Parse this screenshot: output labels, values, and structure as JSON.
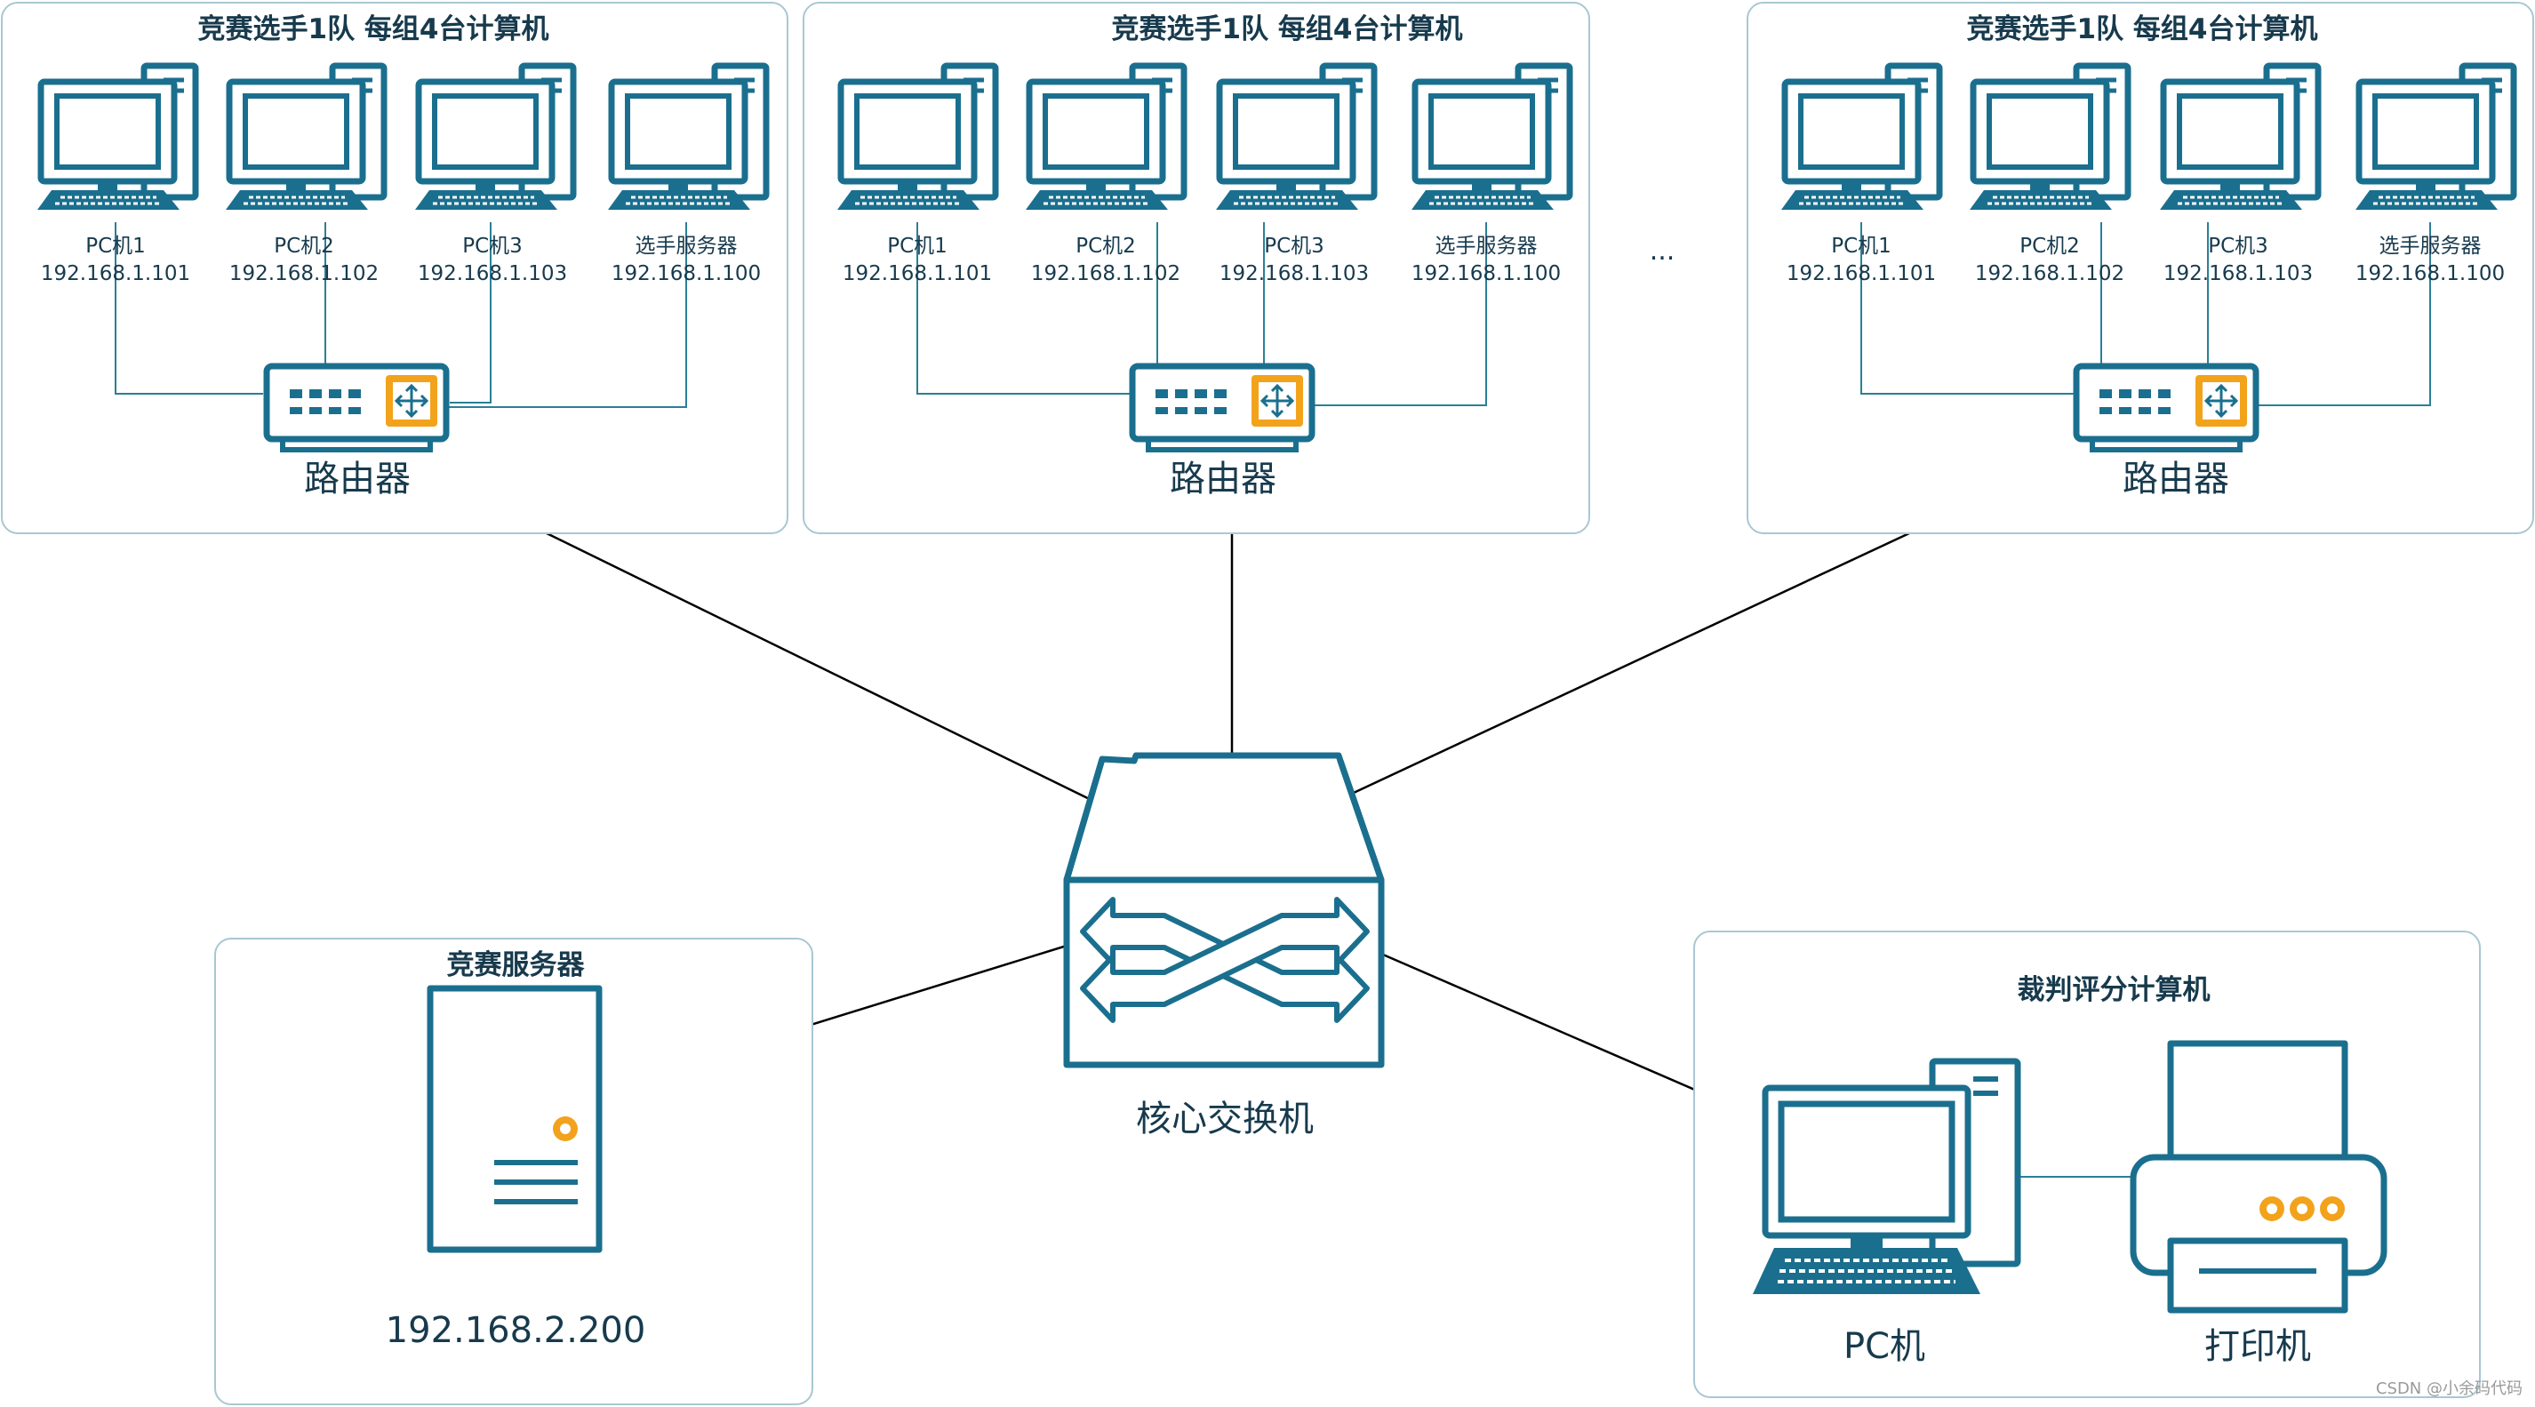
{
  "groups": [
    {
      "title": "竞赛选手1队  每组4台计算机",
      "router_label": "路由器",
      "pcs": [
        {
          "name": "PC机1",
          "ip": "192.168.1.101"
        },
        {
          "name": "PC机2",
          "ip": "192.168.1.102"
        },
        {
          "name": "PC机3",
          "ip": "192.168.1.103"
        },
        {
          "name": "选手服务器",
          "ip": "192.168.1.100"
        }
      ]
    },
    {
      "title": "竞赛选手1队  每组4台计算机",
      "router_label": "路由器",
      "pcs": [
        {
          "name": "PC机1",
          "ip": "192.168.1.101"
        },
        {
          "name": "PC机2",
          "ip": "192.168.1.102"
        },
        {
          "name": "PC机3",
          "ip": "192.168.1.103"
        },
        {
          "name": "选手服务器",
          "ip": "192.168.1.100"
        }
      ]
    },
    {
      "title": "竞赛选手1队  每组4台计算机",
      "router_label": "路由器",
      "pcs": [
        {
          "name": "PC机1",
          "ip": "192.168.1.101"
        },
        {
          "name": "PC机2",
          "ip": "192.168.1.102"
        },
        {
          "name": "PC机3",
          "ip": "192.168.1.103"
        },
        {
          "name": "选手服务器",
          "ip": "192.168.1.100"
        }
      ]
    }
  ],
  "ellipsis": "...",
  "core_switch": {
    "label": "核心交换机"
  },
  "competition_server": {
    "title": "竞赛服务器",
    "ip": "192.168.2.200"
  },
  "judge": {
    "title": "裁判评分计算机",
    "pc_label": "PC机",
    "printer_label": "打印机"
  },
  "watermark": "CSDN @小余码代码",
  "colors": {
    "icon": "#1b6f8e",
    "accent": "#f2a31b",
    "box_border": "#a9c7d3",
    "text": "#173a4d"
  }
}
